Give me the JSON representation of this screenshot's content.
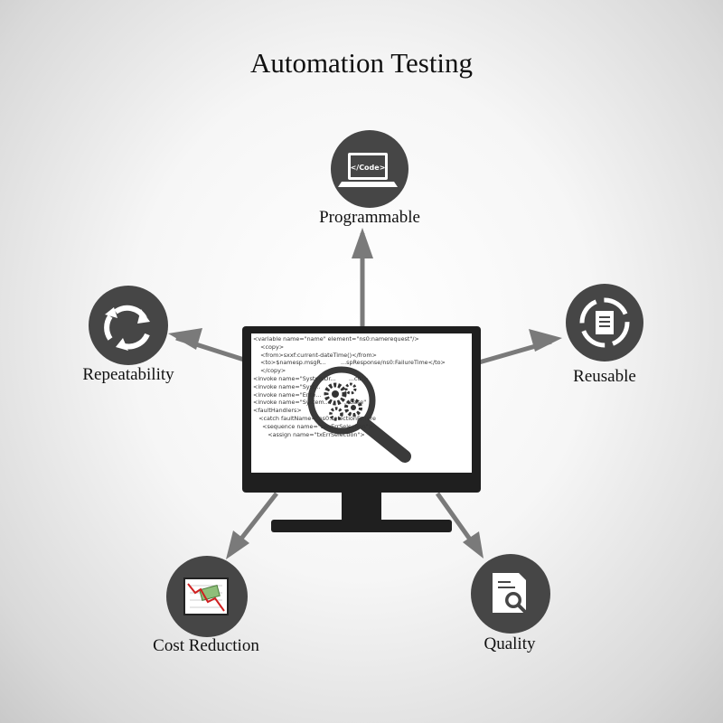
{
  "title": "Automation Testing",
  "nodes": {
    "programmable": {
      "label": "Programmable",
      "icon": "code-laptop-icon",
      "icon_text": "</Code>"
    },
    "repeatability": {
      "label": "Repeatability",
      "icon": "cycle-arrows-icon"
    },
    "reusable": {
      "label": "Reusable",
      "icon": "recycle-document-icon"
    },
    "cost_reduction": {
      "label": "Cost Reduction",
      "icon": "falling-money-chart-icon"
    },
    "quality": {
      "label": "Quality",
      "icon": "document-magnifier-icon"
    }
  },
  "center": {
    "icon": "monitor-with-magnifier-gears-icon",
    "code_lines": [
      "<variable name=\"name\" element=\"ns0:namerequest\"/>",
      "    <copy>",
      "    <from>sxxf:current-dateTime()</from>",
      "    <to>$namesp.msgR...        ...spResponse/ns0:FailureTime</to>",
      "    </copy>",
      "<invoke name=\"SystemDr...       ...cd\">",
      "<invoke name=\"Syst...",
      "<invoke name=\"Ente...",
      "<invoke name=\"System...        ...base\"",
      "<faultHandlers>",
      "   <catch faultName=\"ns0:selectionFailure",
      "     <sequence name=\"seqErrSelection\">",
      "        <assign name=\"txErrSelection\">"
    ]
  },
  "colors": {
    "circle": "#464646",
    "arrow": "#7a7a7a",
    "monitor": "#1f1f1f",
    "icon_light": "#ffffff"
  }
}
